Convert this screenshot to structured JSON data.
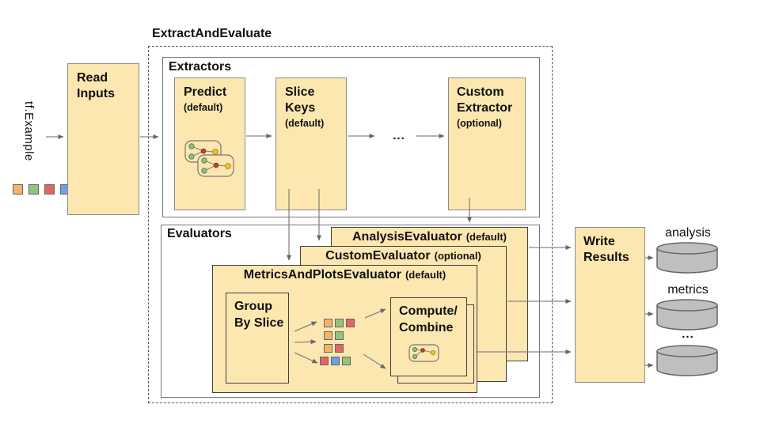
{
  "title": "ExtractAndEvaluate",
  "colors": {
    "orange": "#F6B26B",
    "green": "#93C47D",
    "red": "#E06666",
    "blue": "#6D9EEB"
  },
  "input": {
    "label": "tf.Example",
    "squares": [
      "orange",
      "green",
      "red",
      "blue"
    ]
  },
  "read_inputs": {
    "label": "Read Inputs"
  },
  "extractors": {
    "label": "Extractors",
    "predict": {
      "name": "Predict",
      "qualifier": "(default)"
    },
    "slice_keys": {
      "name": "Slice Keys",
      "qualifier": "(default)"
    },
    "ellipsis": "...",
    "custom": {
      "name": "Custom Extractor",
      "qualifier": "(optional)"
    }
  },
  "evaluators": {
    "label": "Evaluators",
    "analysis": {
      "name": "AnalysisEvaluator",
      "qualifier": "(default)"
    },
    "custom": {
      "name": "CustomEvaluator",
      "qualifier": "(optional)"
    },
    "metrics_and_plots": {
      "name": "MetricsAndPlotsEvaluator",
      "qualifier": "(default)",
      "group_by_slice": "Group By Slice",
      "slice_rows": [
        [
          "orange",
          "green",
          "red"
        ],
        [
          "orange",
          "green"
        ],
        [
          "orange",
          "red"
        ],
        [
          "red",
          "blue",
          "green"
        ]
      ],
      "compute_combine": "Compute/ Combine"
    }
  },
  "write_results": {
    "label": "Write Results"
  },
  "outputs": [
    {
      "label": "analysis"
    },
    {
      "label": "metrics"
    },
    {
      "label": "..."
    }
  ],
  "icons": {
    "predict": "model-graph-icon",
    "compute_combine": "combine-graph-icon",
    "outputs": "database-cylinder-icon"
  }
}
